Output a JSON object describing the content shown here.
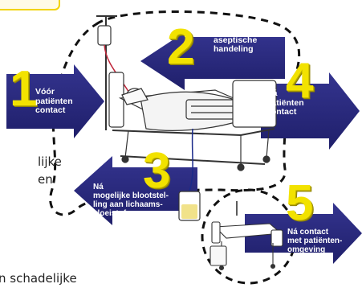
{
  "background_text": {
    "line1": "lijke",
    "line2": "en",
    "line3": "n schadelijke"
  },
  "moments": [
    {
      "number": "1",
      "label": "Vóór\npatiënten\ncontact"
    },
    {
      "number": "2",
      "label": "Vóór een\naseptische\nhandeling"
    },
    {
      "number": "3",
      "label": "Ná\nmogelijke blootstel-\nling aan lichaams-\nvloeistof"
    },
    {
      "number": "4",
      "label": "Ná\npatiënten\ncontact"
    },
    {
      "number": "5",
      "label": "Ná contact\nmet patiënten-\nomgeving"
    }
  ],
  "colors": {
    "arrow": "#2b2b7f",
    "arrow_dark": "#1a1a5e",
    "number": "#f2e200",
    "dashed_line": "#111111",
    "top_box_border": "#f2d300",
    "top_box_fill": "#fffbe6"
  },
  "icons": [
    "bed-icon",
    "iv-drip-icon",
    "urine-bag-icon",
    "patient-environment-icon"
  ]
}
